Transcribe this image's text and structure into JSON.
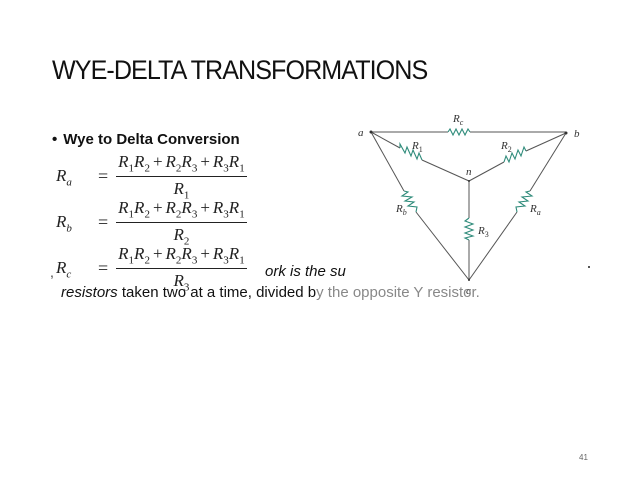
{
  "slide": {
    "title": "WYE-DELTA TRANSFORMATIONS",
    "bullet": "•",
    "bullet_heading": "Wye to Delta Conversion",
    "formulas": [
      {
        "lhs": "R",
        "lhs_sub": "a",
        "numerator": "R1R2 + R2R3 + R3R1",
        "denominator": "R",
        "denominator_sub": "1"
      },
      {
        "lhs": "R",
        "lhs_sub": "b",
        "numerator": "R1R2 + R2R3 + R3R1",
        "denominator": "R",
        "denominator_sub": "2"
      },
      {
        "lhs": "R",
        "lhs_sub": "c",
        "numerator": "R1R2 + R2R3 + R3R1",
        "denominator": "R",
        "denominator_sub": "3"
      }
    ],
    "numerator_terms": [
      {
        "a": "R",
        "a_sub": "1",
        "b": "R",
        "b_sub": "2"
      },
      {
        "a": "R",
        "a_sub": "2",
        "b": "R",
        "b_sub": "3"
      },
      {
        "a": "R",
        "a_sub": "3",
        "b": "R",
        "b_sub": "1"
      }
    ],
    "plus": "+",
    "equals": "=",
    "comma": ",",
    "text_line1_visible": "ork is the su",
    "text_line2_italic": "resistors",
    "text_line2_rest": " taken two at a time, divided b",
    "text_line2_faded": "y the opposite Y resistor.",
    "page_number": "41"
  },
  "diagram": {
    "nodes": {
      "a": "a",
      "b": "b",
      "c": "c",
      "n": "n"
    },
    "resistors": {
      "Rc": "R",
      "Rc_sub": "c",
      "R1": "R",
      "R1_sub": "1",
      "R2": "R",
      "R2_sub": "2",
      "R3": "R",
      "R3_sub": "3",
      "Ra": "R",
      "Ra_sub": "a",
      "Rb": "R",
      "Rb_sub": "b"
    },
    "wire_color": "#555555",
    "resistor_color": "#2e8b7a"
  }
}
